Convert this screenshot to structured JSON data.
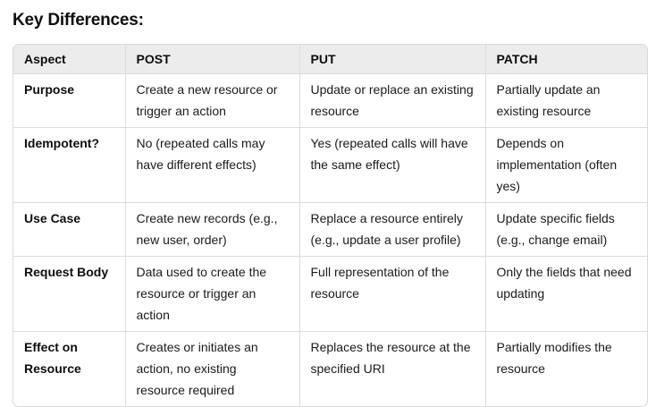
{
  "heading": "Key Differences:",
  "table": {
    "headers": [
      "Aspect",
      "POST",
      "PUT",
      "PATCH"
    ],
    "rows": [
      {
        "aspect": "Purpose",
        "post": "Create a new resource or trigger an action",
        "put": "Update or replace an existing resource",
        "patch": "Partially update an existing resource"
      },
      {
        "aspect": "Idempotent?",
        "post": "No (repeated calls may have different effects)",
        "put": "Yes (repeated calls will have the same effect)",
        "patch": "Depends on implementation (often yes)"
      },
      {
        "aspect": "Use Case",
        "post": "Create new records (e.g., new user, order)",
        "put": "Replace a resource entirely (e.g., update a user profile)",
        "patch": "Update specific fields (e.g., change email)"
      },
      {
        "aspect": "Request Body",
        "post": "Data used to create the resource or trigger an action",
        "put": "Full representation of the resource",
        "patch": "Only the fields that need updating"
      },
      {
        "aspect": "Effect on Resource",
        "post": "Creates or initiates an action, no existing resource required",
        "put": "Replaces the resource at the specified URI",
        "patch": "Partially modifies the resource"
      }
    ]
  },
  "colors": {
    "header_bg": "#ececec",
    "border": "#dcdcdc",
    "text": "#0d0d0d"
  }
}
